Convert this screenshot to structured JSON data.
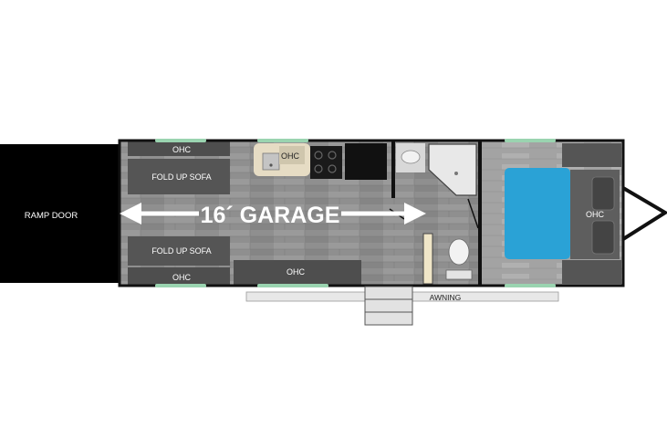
{
  "labels": {
    "ramp_door": "RAMP DOOR",
    "garage": "16´ GARAGE",
    "sofa_top": "FOLD UP SOFA",
    "sofa_bottom": "FOLD UP SOFA",
    "ohc_top_left": "OHC",
    "ohc_kitchen": "OHC",
    "ohc_bottom_left": "OHC",
    "ohc_bottom_mid": "OHC",
    "ohc_bedroom": "OHC",
    "awning": "AWNING"
  },
  "colors": {
    "background": "#ffffff",
    "ramp_door": "#000000",
    "floor": "#8e8e8e",
    "wall": "#111111",
    "cabinet": "#4a4a4a",
    "countertop": "#e6dcc4",
    "window": "#9ad4b0",
    "bed": "#2aa2d6",
    "awning": "#e4e4e4",
    "arrow": "#ffffff"
  }
}
